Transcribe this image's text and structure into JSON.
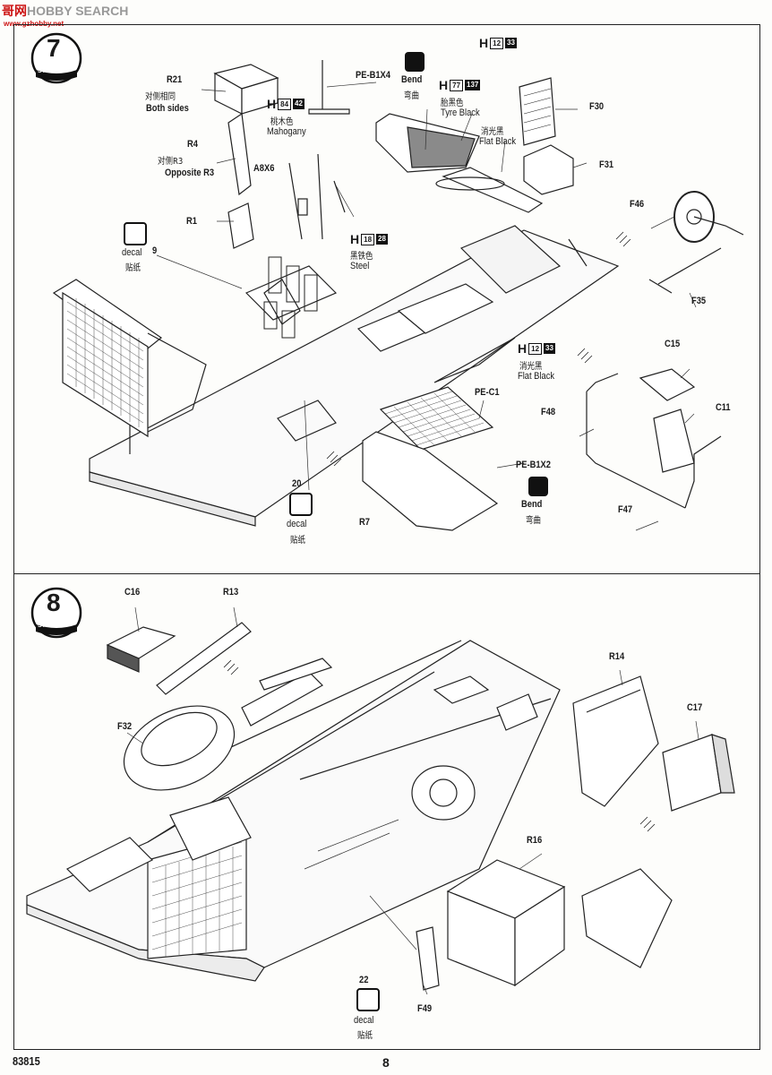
{
  "watermark": {
    "brand_left": "哥",
    "brand_mid": "网",
    "brand_right": "HOBBY SEARCH",
    "url": "www.gzhobby.net"
  },
  "step7": {
    "step_number": "7",
    "step_word": "STEP",
    "labels": {
      "R21": "R21",
      "r21_cn": "对侧相同",
      "r21_en": "Both sides",
      "R4": "R4",
      "r4_cn": "对侧R3",
      "r4_en": "Opposite R3",
      "R1": "R1",
      "A8X6": "A8X6",
      "PE_B1X4": "PE-B1X4",
      "bend": "Bend",
      "bend_cn": "弯曲",
      "mahogany_cn": "桃木色",
      "mahogany_en": "Mahogany",
      "tyre_cn": "胎黑色",
      "tyre_en": "Tyre Black",
      "flatblack_cn": "消光黑",
      "flatblack_en": "Flat Black",
      "steel_cn": "黑铁色",
      "steel_en": "Steel",
      "F30": "F30",
      "F31": "F31",
      "F46": "F46",
      "F35": "F35",
      "C15": "C15",
      "C11": "C11",
      "F48": "F48",
      "F47": "F47",
      "PE_C1": "PE-C1",
      "PE_B1X2": "PE-B1X2",
      "R7": "R7",
      "n9": "9",
      "n20": "20",
      "decal": "decal",
      "decal_cn": "贴纸"
    },
    "codes": {
      "h1": {
        "h": "H",
        "a": "12",
        "b": "33"
      },
      "h_mahogany": {
        "h": "H",
        "a": "84",
        "b": "42"
      },
      "h_tyre": {
        "h": "H",
        "a": "77",
        "b": "137"
      },
      "h_steel": {
        "h": "H",
        "a": "18",
        "b": "28"
      },
      "h_flat": {
        "h": "H",
        "a": "12",
        "b": "33"
      }
    }
  },
  "step8": {
    "step_number": "8",
    "step_word": "STEP",
    "labels": {
      "C16": "C16",
      "R13": "R13",
      "F32": "F32",
      "R14": "R14",
      "C17": "C17",
      "R16": "R16",
      "n22": "22",
      "F49": "F49",
      "decal": "decal",
      "decal_cn": "贴纸"
    }
  },
  "footer": {
    "code": "83815",
    "page": "8"
  }
}
